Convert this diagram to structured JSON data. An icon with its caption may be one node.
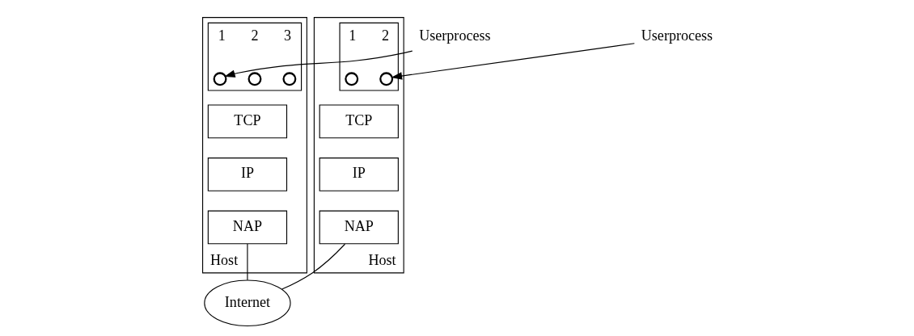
{
  "diagram": {
    "nodes": [
      {
        "text": [
          "Host"
        ]
      },
      {
        "text": [],
        "shape": "box",
        "in": 0
      },
      {
        "text": [],
        "shape": "circle",
        "beside": [
          "1"
        ],
        "in": 1
      },
      {
        "text": [],
        "shape": "circle",
        "beside": [
          "2"
        ],
        "in": 1
      },
      {
        "text": [],
        "shape": "circle",
        "beside": [
          "3"
        ],
        "in": 1
      },
      {
        "text": [
          "TCP"
        ],
        "in": 0
      },
      {
        "text": [
          "IP"
        ],
        "in": 0
      },
      {
        "text": [
          "NAP"
        ],
        "in": 0
      },
      {
        "text": [
          "Userprocess"
        ]
      },
      {
        "text": [
          "Internet"
        ]
      },
      {
        "text": [
          "Host"
        ]
      },
      {
        "text": [],
        "shape": "box",
        "in": 10
      },
      {
        "text": [],
        "shape": "circle",
        "beside": [
          "1"
        ],
        "in": 11
      },
      {
        "text": [],
        "shape": "circle",
        "beside": [
          "2"
        ],
        "in": 11
      },
      {
        "text": [
          "TCP"
        ],
        "in": 10
      },
      {
        "text": [
          "IP"
        ],
        "in": 10
      },
      {
        "text": [
          "NAP"
        ],
        "in": 10
      },
      {
        "text": [
          "Userprocess"
        ]
      }
    ],
    "edges": [
      {
        "from": 8,
        "to": 2,
        "arrow": "to"
      },
      {
        "from": 7,
        "to": 9,
        "arrow": "none"
      },
      {
        "from": 9,
        "to": 16,
        "arrow": "none"
      },
      {
        "from": 17,
        "to": 13,
        "arrow": "to"
      }
    ]
  }
}
